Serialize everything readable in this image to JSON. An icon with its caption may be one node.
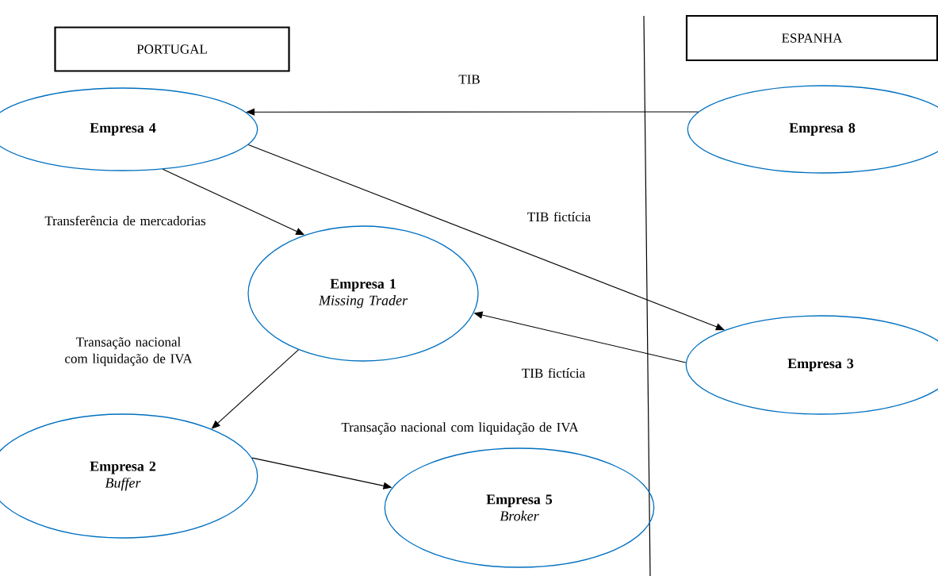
{
  "diagram": {
    "nodes": [
      {
        "text": [
          "PORTUGAL"
        ]
      },
      {
        "text": [
          "ESPANHA"
        ]
      },
      {
        "text": [
          "Empresa 4"
        ]
      },
      {
        "text": [
          "Empresa 8"
        ]
      },
      {
        "text": [
          "Empresa 1",
          "Missing Trader"
        ]
      },
      {
        "text": [
          "Empresa 3"
        ]
      },
      {
        "text": [
          "Empresa 2",
          "Buffer"
        ]
      },
      {
        "text": [
          "Empresa 5",
          "Broker"
        ]
      }
    ],
    "edges": [
      {
        "from": 3,
        "to": 2,
        "arrow": "to",
        "label": "TIB"
      },
      {
        "from": 2,
        "to": 4,
        "arrow": "to",
        "label": "Transferência de mercadorias"
      },
      {
        "from": 2,
        "to": 5,
        "arrow": "to",
        "label": "TIB fictícia"
      },
      {
        "from": 5,
        "to": 4,
        "arrow": "to",
        "label": "TIB fictícia"
      },
      {
        "from": 4,
        "to": 6,
        "arrow": "to",
        "label": "Transação nacional com liquidação de IVA"
      },
      {
        "from": 6,
        "to": 7,
        "arrow": "to",
        "label": "Transação nacional com liquidação de IVA"
      }
    ]
  }
}
